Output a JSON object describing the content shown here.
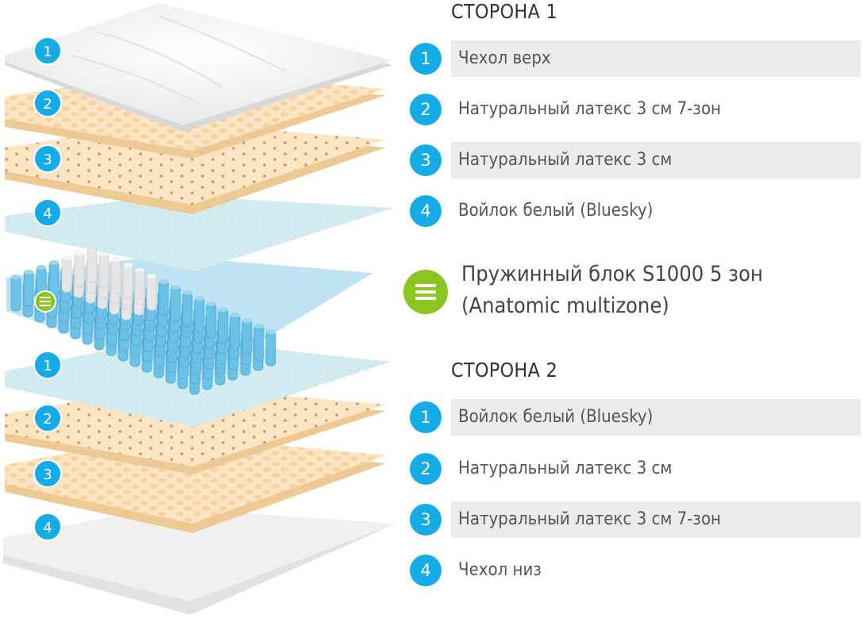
{
  "colors": {
    "badge_blue": "#14abe7",
    "badge_green": "#8cc520",
    "row_shade": "#ececec",
    "latex": "#fbe5c3",
    "felt": "#dcf0f2",
    "spring_blue": "#6cc1e6",
    "spring_white": "#e6e6e6",
    "cover": "#f2f2f2"
  },
  "illustration": {
    "badges": [
      "1",
      "2",
      "3",
      "4",
      "1",
      "2",
      "3",
      "4"
    ],
    "layers": [
      "cover-top",
      "latex-7-zone",
      "latex",
      "felt",
      "spring-block",
      "felt",
      "latex",
      "latex-7-zone",
      "cover-bottom"
    ],
    "icons": [
      "spring-block-icon"
    ]
  },
  "side1": {
    "heading": "СТОРОНА 1",
    "items": [
      {
        "num": "1",
        "label": "Чехол верх"
      },
      {
        "num": "2",
        "label": "Натуральный латекс 3 см 7-зон"
      },
      {
        "num": "3",
        "label": "Натуральный латекс 3 см"
      },
      {
        "num": "4",
        "label": "Войлок белый (Bluesky)"
      }
    ]
  },
  "spring": {
    "line1": "Пружинный блок S1000 5 зон",
    "line2": "(Anatomic multizone)",
    "icon": "spring-block-icon"
  },
  "side2": {
    "heading": "СТОРОНА 2",
    "items": [
      {
        "num": "1",
        "label": "Войлок белый (Bluesky)"
      },
      {
        "num": "2",
        "label": "Натуральный латекс 3 см"
      },
      {
        "num": "3",
        "label": "Натуральный латекс 3 см 7-зон"
      },
      {
        "num": "4",
        "label": "Чехол низ"
      }
    ]
  }
}
